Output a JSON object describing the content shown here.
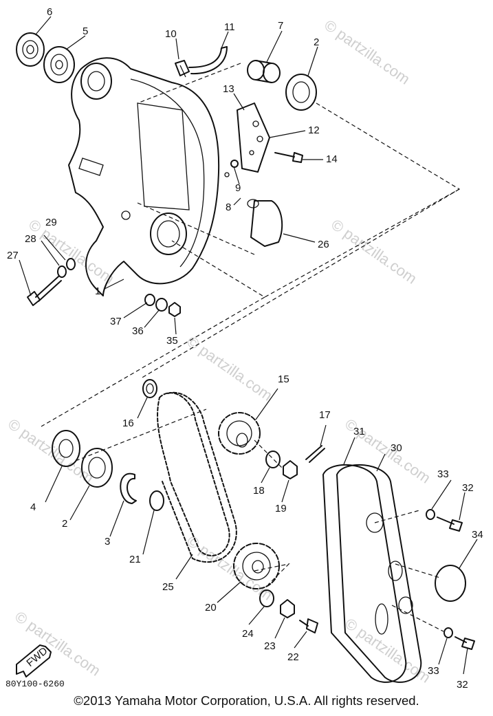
{
  "watermarks": [
    "© partzilla.com",
    "© partzilla.com",
    "© partzilla.com",
    "© partzilla.com",
    "© partzilla.com",
    "© partzilla.com",
    "© partzilla.com",
    "© partzilla.com",
    "© partzilla.com"
  ],
  "callouts": {
    "c6": "6",
    "c5": "5",
    "c10": "10",
    "c11": "11",
    "c7": "7",
    "c2a": "2",
    "c13": "13",
    "c12": "12",
    "c14": "14",
    "c9": "9",
    "c8": "8",
    "c26": "26",
    "c29": "29",
    "c28": "28",
    "c27": "27",
    "c1": "1",
    "c37": "37",
    "c36": "36",
    "c35": "35",
    "c15": "15",
    "c16": "16",
    "c17": "17",
    "c31": "31",
    "c30": "30",
    "c18": "18",
    "c19": "19",
    "c4": "4",
    "c2b": "2",
    "c3": "3",
    "c21": "21",
    "c33a": "33",
    "c32a": "32",
    "c34": "34",
    "c25": "25",
    "c20": "20",
    "c24": "24",
    "c23": "23",
    "c22": "22",
    "c33b": "33",
    "c32b": "32"
  },
  "fwd_label": "FWD",
  "diagram_code": "80Y100-6260",
  "copyright": "©2013 Yamaha Motor Corporation, U.S.A. All rights reserved."
}
